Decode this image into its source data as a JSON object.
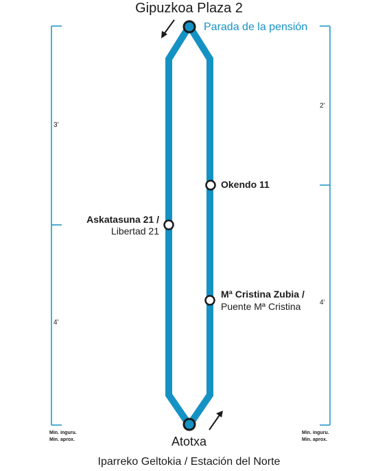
{
  "terminus_top": "Gipuzkoa Plaza 2",
  "terminus_top_note": "Parada de la pensión",
  "terminus_bottom": "Atotxa",
  "terminus_bottom_sub": "Iparreko Geltokia / Estación del Norte",
  "stops": {
    "okendo": "Okendo 11",
    "askatasuna_eu": "Askatasuna 21 /",
    "askatasuna_es": "Libertad 21",
    "cristina_eu": "Mª Cristina Zubia /",
    "cristina_es": "Puente Mª Cristina"
  },
  "times_left": {
    "upper": "3’",
    "lower": "4’"
  },
  "times_right": {
    "upper": "2’",
    "lower": "4’"
  },
  "minutes_legend": {
    "eu": "Min. inguru.",
    "es": "Min. aprox."
  },
  "colors": {
    "route": "#1592c4",
    "accent_text": "#1792c6",
    "stop_fill": "#ffffff",
    "terminus_fill": "#1592c4"
  }
}
